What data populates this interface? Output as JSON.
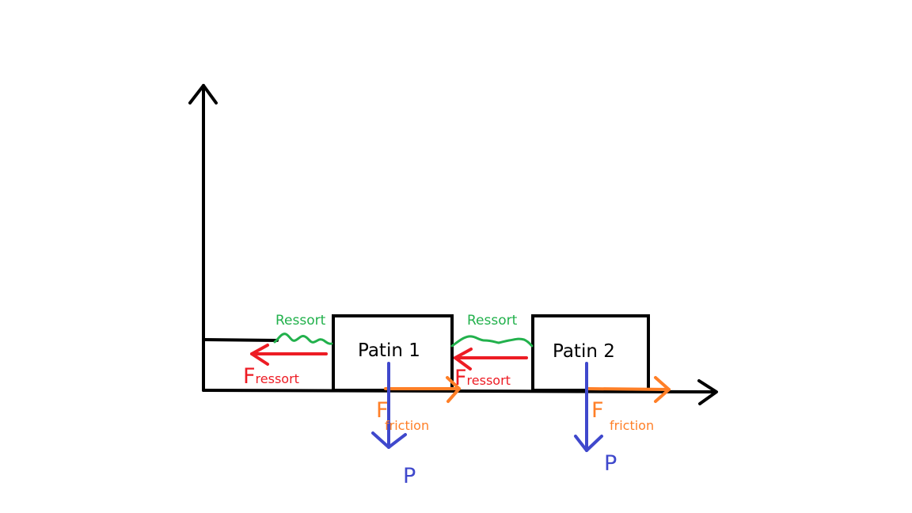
{
  "colors": {
    "axes": "#000000",
    "spring": "#22b14c",
    "spring_force": "#ed1c24",
    "friction_force": "#ff7f27",
    "weight": "#3f48cc"
  },
  "blocks": [
    {
      "label": "Patin 1"
    },
    {
      "label": "Patin 2"
    }
  ],
  "springs": [
    {
      "label": "Ressort"
    },
    {
      "label": "Ressort"
    }
  ],
  "forces": {
    "spring_force_1": {
      "symbol": "F",
      "subscript": "ressort"
    },
    "spring_force_2": {
      "symbol": "F",
      "subscript": "ressort"
    },
    "friction_1": {
      "symbol": "F",
      "subscript": "friction"
    },
    "friction_2": {
      "symbol": "F",
      "subscript": "friction"
    },
    "weight_1": {
      "symbol": "P"
    },
    "weight_2": {
      "symbol": "P"
    }
  }
}
